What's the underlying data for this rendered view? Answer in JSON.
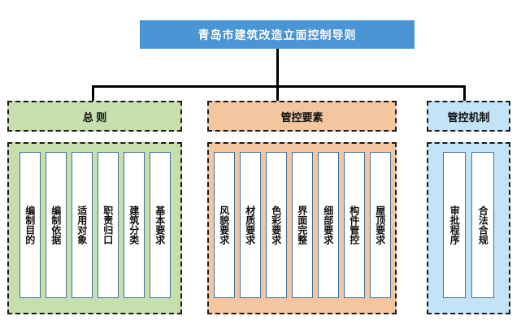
{
  "title": {
    "text": "青岛市建筑改造立面控制导则",
    "background": "#4a95d4",
    "text_color": "#ffffff"
  },
  "sections": [
    {
      "id": "general-principles",
      "header": "总  则",
      "color": "#c5dfae",
      "items": [
        {
          "label": "编制目的"
        },
        {
          "label": "编制依据"
        },
        {
          "label": "适用对象"
        },
        {
          "label": "职责归口"
        },
        {
          "label": "建筑分类"
        },
        {
          "label": "基本要求"
        }
      ]
    },
    {
      "id": "control-elements",
      "header": "管控要素",
      "color": "#f3c6a0",
      "items": [
        {
          "label": "风貌要求"
        },
        {
          "label": "材质要求"
        },
        {
          "label": "色彩要求"
        },
        {
          "label": "界面完整"
        },
        {
          "label": "细部要求"
        },
        {
          "label": "构件管控"
        },
        {
          "label": "屋顶要求"
        }
      ]
    },
    {
      "id": "control-mechanism",
      "header": "管控机制",
      "color": "#c3e3f7",
      "items": [
        {
          "label": "审批程序"
        },
        {
          "label": "合法合规"
        }
      ]
    }
  ]
}
